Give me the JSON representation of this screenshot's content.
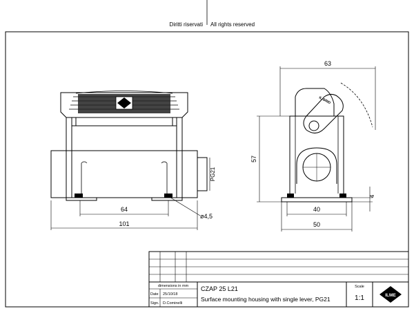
{
  "header": {
    "left_notice": "Diritti riservati",
    "right_notice": "All rights reserved"
  },
  "front_view": {
    "dim_width_outer": "101",
    "dim_width_holes": "64",
    "dim_hole_diameter": "ø4,5",
    "thread_label": "PG21"
  },
  "side_view": {
    "dim_width_top": "63",
    "dim_height": "57",
    "dim_width_inner": "40",
    "dim_width_base": "50",
    "dim_flange": "4",
    "lever_text": "IL-BRID"
  },
  "title_block": {
    "units_note": "dimensions in mm",
    "date_label": "Date",
    "date_value": "25/10/18",
    "sign_label": "Sign.",
    "sign_value": "D.Cominelli",
    "part_code": "CZAP 25 L21",
    "description": "Surface mounting housing with single lever, PG21",
    "scale_label": "Scale",
    "scale_value": "1:1",
    "logo_text": "ILME"
  }
}
